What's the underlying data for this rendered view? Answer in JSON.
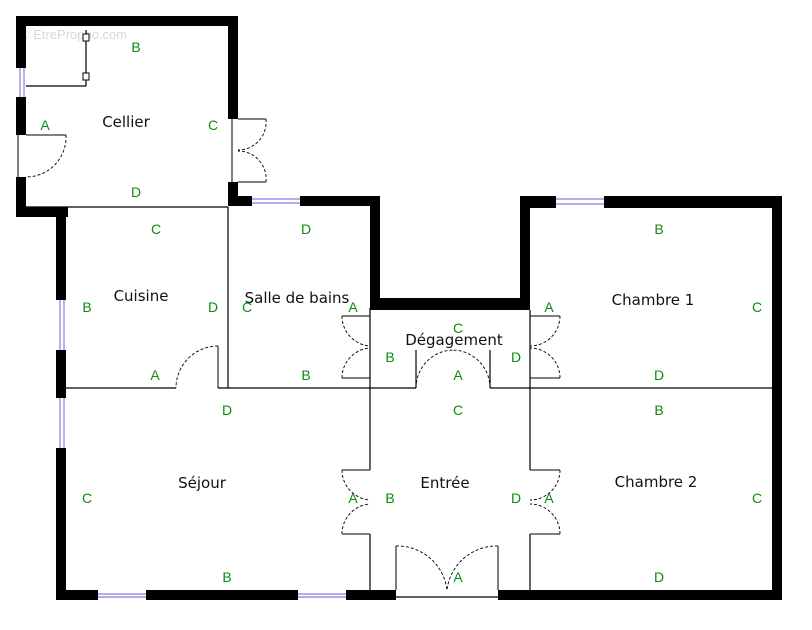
{
  "watermark": "© EtreProprio.com",
  "colors": {
    "wall_letters": "#0c8c0c",
    "walls": "#000000",
    "windows": "#7f7fe0"
  },
  "rooms": {
    "cellier": "Cellier",
    "cuisine": "Cuisine",
    "salle_de_bains": "Salle de bains",
    "degagement": "Dégagement",
    "chambre1": "Chambre 1",
    "sejour": "Séjour",
    "entree": "Entrée",
    "chambre2": "Chambre 2"
  },
  "wall_labels": {
    "cellier": {
      "top": "B",
      "left": "A",
      "right": "C",
      "bottom": "D"
    },
    "cuisine": {
      "top": "C",
      "left": "B",
      "right": "D",
      "bottom": "A"
    },
    "salle_de_bains": {
      "top": "D",
      "left": "C",
      "right": "A",
      "bottom": "B"
    },
    "degagement": {
      "top": "C",
      "left": "B",
      "right": "D",
      "bottom": "A"
    },
    "chambre1": {
      "top": "B",
      "left": "A",
      "right": "C",
      "bottom": "D"
    },
    "sejour": {
      "top": "D",
      "left": "C",
      "right": "A",
      "bottom": "B"
    },
    "entree": {
      "top": "C",
      "left": "B",
      "right": "D",
      "bottom": "A"
    },
    "chambre2": {
      "top": "B",
      "left": "A",
      "right": "C",
      "bottom": "D"
    }
  }
}
